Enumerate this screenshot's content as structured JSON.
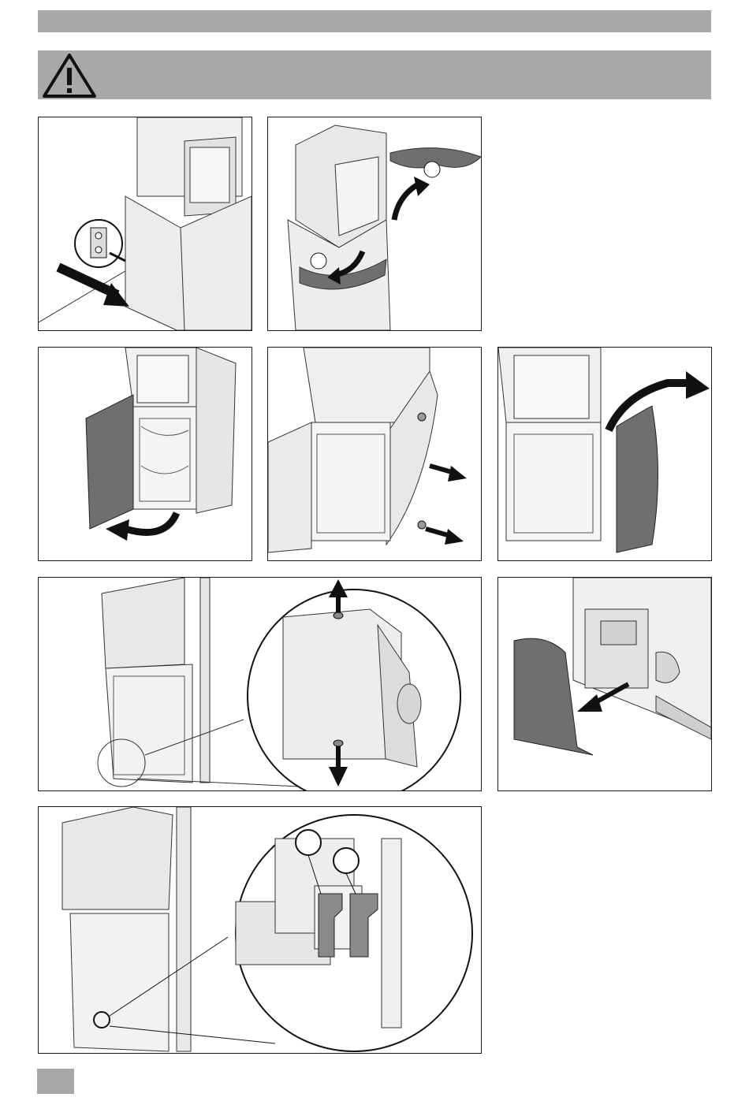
{
  "header": {
    "top_bar_color": "#a8a8a8"
  },
  "warning": {
    "icon": "warning-triangle-icon",
    "bar_color": "#a8a8a8"
  },
  "figures": [
    {
      "id": "fig-unplug",
      "icon": "power-socket-icon"
    },
    {
      "id": "fig-remove-top-covers",
      "markers": [
        "",
        ""
      ]
    },
    {
      "id": "fig-open-door"
    },
    {
      "id": "fig-remove-screws"
    },
    {
      "id": "fig-remove-side-panel"
    },
    {
      "id": "fig-adjust-feet-detail"
    },
    {
      "id": "fig-remove-bottom-panel"
    },
    {
      "id": "fig-fuse-detail",
      "markers": [
        "",
        ""
      ]
    }
  ],
  "footer": {
    "page_box_color": "#a8a8a8"
  }
}
